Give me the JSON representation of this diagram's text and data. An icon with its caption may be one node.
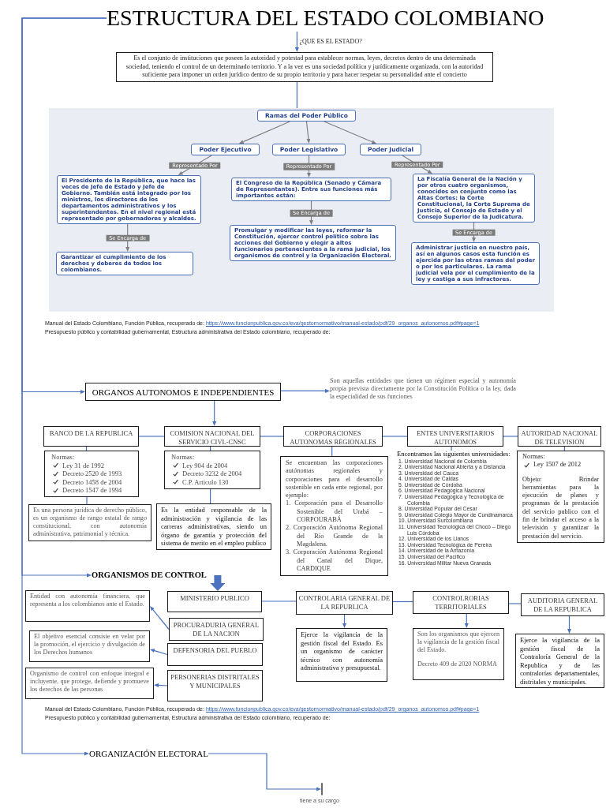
{
  "diagram": {
    "nodes": [
      {
        "text": [
          "ESTRUCTURA DEL ESTADO COLOMBIANO"
        ]
      },
      {
        "text": [
          "Es el conjunto de instituciones que poseen la autoridad y potestad para establecer normas, leyes, decretos dentro de una determinada sociedad, teniendo el control de un determinado territorio. Y a la vez es una sociedad política y jurídicamente organizada, con la autoridad suficiente para imponer un orden jurídico dentro de su propio territorio y para hacer respetar su personalidad ante el concierto"
        ]
      },
      {
        "text": [],
        "shape": "box"
      },
      {
        "text": [
          "Ramas del Poder Público"
        ],
        "in": 2
      },
      {
        "text": [
          "Poder Ejecutivo"
        ],
        "in": 2
      },
      {
        "text": [
          "Poder Legislativo"
        ],
        "in": 2
      },
      {
        "text": [
          "Poder Judicial"
        ],
        "in": 2
      },
      {
        "text": [
          "El Presidente de la República, que hace las veces de Jefe de Estado y Jefe de Gobierno. También está integrado por los ministros, los directores de los departamentos administrativos y los superintendentes. En el nivel regional está representado por gobernadores y alcaldes."
        ],
        "in": 2
      },
      {
        "text": [
          "El Congreso de la República (Senado y Cámara de Representantes). Entre sus funciones más importantes están:"
        ],
        "in": 2
      },
      {
        "text": [
          "La Fiscalía General de la Nación y por otros cuatro organismos, conocidos en conjunto como las Altas Cortes: la Corte Constitucional, la Corte Suprema de Justicia, el Consejo de Estado y el Consejo Superior de la Judicatura."
        ],
        "in": 2
      },
      {
        "text": [
          "Garantizar el cumplimiento de los derechos y deberes de todos los colombianos."
        ],
        "in": 2
      },
      {
        "text": [
          "Promulgar y modificar las leyes, reformar la Constitución, ejercer control político sobre las acciones del Gobierno y elegir a altos funcionarios pertenecientes a la rama judicial, los organismos de control y la Organización Electoral."
        ],
        "in": 2
      },
      {
        "text": [
          "Administrar justicia en nuestro país, así en algunos casos esta función es ejercida por las otras ramas del poder o por los particulares. La rama judicial vela por el cumplimiento de la ley y castiga a sus infractores."
        ],
        "in": 2
      },
      {
        "text": [
          "ORGANOS AUTONOMOS E INDEPENDIENTES"
        ]
      },
      {
        "text": [
          "Son aquellas entidades que tienen un régimen especial y autonomía propia prevista directamente por la Constitución Política o la ley, dada la especialidad de sus funciones"
        ]
      },
      {
        "text": [
          "BANCO DE LA REPUBLICA"
        ]
      },
      {
        "text": [
          "COMISION NACIONAL DEL SERVICIO CIVL-CNSC"
        ]
      },
      {
        "text": [
          "CORPORACIONES AUTONOMAS REGIONALES"
        ]
      },
      {
        "text": [
          "ENTES UNIVERSITARIOS AUTONOMOS"
        ]
      },
      {
        "text": [
          "AUTORIDAD NACIONAL DE TELEVISION"
        ]
      },
      {
        "text": [
          "Normas:",
          "Ley 31 de 1992",
          "Decreto 2520 de 1993",
          "Decreto 1458 de 2004",
          "Decreto 1547 de 1994"
        ]
      },
      {
        "text": [
          "Normas:",
          "Ley 904 de 2004",
          "Decreto 3232 de 2004",
          "C.P. Articulo 130"
        ]
      },
      {
        "text": [
          "Se encuentran las corporaciones autónomas regionales y corporaciones para el desarrollo sostenible en cada ente regional, por ejemplo:",
          "1. Corporación para el Desarrollo Sostenible del Urabá – CORPOURABÁ",
          "2. Corporación Autónoma Regional del Río Grande de la Magdalena.",
          "3. Corporación Autónoma Regional del Canal del Dique, CARDIQUE"
        ]
      },
      {
        "text": [
          "Encontramos las siguientes universidades:",
          "1. Universidad Nacional de Colombia",
          "2. Universidad Nacional Abierta y a Distancia",
          "3. Universidad del Cauca",
          "4. Universidad de Caldas",
          "5. Universidad de Córdoba",
          "6. Universidad Pedagógica Nacional",
          "7. Universidad Pedagógica y Tecnológica de Colombia",
          "8. Universidad Popular del Cesar",
          "9. Universidad Colegio Mayor de Cundinamarca",
          "10. Universidad Surcolombiana",
          "11. Universidad Tecnológica del Chocó – Diego Luis Córdoba",
          "12. Universidad de los Llanos",
          "13. Universidad Tecnológica de Pereira",
          "14. Universidad de la Amazonía",
          "15. Universidad del Pacífico",
          "16. Universidad Militar Nueva Granada"
        ]
      },
      {
        "text": [
          "Normas:",
          "Ley 1507 de 2012",
          "Objeto: Brindar herramientas para la ejecución de planes y programas de la prestación del servicio publico con el fin de brindar el acceso a la televisión y garantizar la prestación del servicio."
        ]
      },
      {
        "text": [
          "Es una persona jurídica de derecho público, es un organismo de rango estatal de rango constitucional, con autonomía administrativa, patrimonial y técnica."
        ]
      },
      {
        "text": [
          "Es la entidad responsable de la administración y vigilancia de las carreras administrativas, siendo un órgano de garantía y protección del sistema de merito en el empleo publico"
        ]
      },
      {
        "text": [
          "ORGANISMOS DE CONTROL"
        ]
      },
      {
        "text": [
          "Entidad con autonomía financiera, que representa a los colombianos ante el Estado."
        ]
      },
      {
        "text": [
          "MINISTERIO PUBLICO"
        ]
      },
      {
        "text": [
          "CONTROLARIA GENERAL DE LA REPUBLICA"
        ]
      },
      {
        "text": [
          "CONTROLRORIAS TERRITORIALES"
        ]
      },
      {
        "text": [
          "AUDITORIA GENERAL DE LA REPUBLICA"
        ]
      },
      {
        "text": [
          "PROCURADURIA GENERAL DE LA NACION"
        ]
      },
      {
        "text": [
          "El objetivo esencial consiste en velar por la promoción, el ejercicio y divulgación de los Derechos humanos"
        ]
      },
      {
        "text": [
          "DEFENSORIA DEL PUEBLO"
        ]
      },
      {
        "text": [
          "Ejerce la vigilancia de la gestión fiscal del Estado. Es un organismo de carácter técnico con autonomía administrativa y presupuestal."
        ]
      },
      {
        "text": [
          "Son los organismos que ejercen la vigilancia de la gestión fiscal del Estado.",
          "Decreto 409 de 2020 NORMA"
        ]
      },
      {
        "text": [
          "Ejerce la vigilancia de la gestión fiscal de la Contraloría General de la Republica y de las contralorías departamentales, distritales y municipales."
        ]
      },
      {
        "text": [
          "Organismo de control con enfoque integral e incluyente, que protege, defiende y promueve los derechos de las personas"
        ]
      },
      {
        "text": [
          "PERSONERIAS DISTRITALES Y MUNICIPALES"
        ]
      },
      {
        "text": [
          "ORGANIZACIÓN ELECTORAL"
        ]
      },
      {
        "text": [],
        "shape": "bar"
      }
    ],
    "edges": [
      {
        "from": 0,
        "to": 13,
        "arrow": "to"
      },
      {
        "from": 0,
        "to": 27,
        "arrow": "to"
      },
      {
        "from": 0,
        "to": 41,
        "arrow": "to"
      },
      {
        "from": 0,
        "to": 1,
        "arrow": "to",
        "label": "¿QUE ES EL ESTADO?"
      },
      {
        "from": 1,
        "to": 2,
        "arrow": "none"
      },
      {
        "from": 3,
        "to": 4,
        "arrow": "to",
        "color": "#808080"
      },
      {
        "from": 3,
        "to": 5,
        "arrow": "to",
        "color": "#808080"
      },
      {
        "from": 3,
        "to": 6,
        "arrow": "to",
        "color": "#808080"
      },
      {
        "from": 4,
        "to": 7,
        "arrow": "to",
        "label": "Representado Por",
        "color": "#808080"
      },
      {
        "from": 5,
        "to": 8,
        "arrow": "to",
        "label": "Representado Por",
        "color": "#808080"
      },
      {
        "from": 6,
        "to": 9,
        "arrow": "to",
        "label": "Representado Por",
        "color": "#808080"
      },
      {
        "from": 7,
        "to": 10,
        "arrow": "to",
        "label": "Se Encarga de",
        "color": "#808080"
      },
      {
        "from": 8,
        "to": 11,
        "arrow": "to",
        "label": "Se Encarga de",
        "color": "#808080"
      },
      {
        "from": 9,
        "to": 12,
        "arrow": "to",
        "label": "Se Encarga de",
        "color": "#808080"
      },
      {
        "from": 13,
        "to": 14,
        "arrow": "to"
      },
      {
        "from": 13,
        "to": 16,
        "arrow": "to"
      },
      {
        "from": 15,
        "to": 16,
        "arrow": "none"
      },
      {
        "from": 16,
        "to": 17,
        "arrow": "none"
      },
      {
        "from": 17,
        "to": 18,
        "arrow": "none"
      },
      {
        "from": 18,
        "to": 19,
        "arrow": "none"
      },
      {
        "from": 15,
        "to": 20,
        "arrow": "none"
      },
      {
        "from": 16,
        "to": 21,
        "arrow": "none"
      },
      {
        "from": 17,
        "to": 22,
        "arrow": "none"
      },
      {
        "from": 18,
        "to": 23,
        "arrow": "none"
      },
      {
        "from": 19,
        "to": 24,
        "arrow": "none"
      },
      {
        "from": 20,
        "to": 25,
        "arrow": "none"
      },
      {
        "from": 21,
        "to": 26,
        "arrow": "none"
      },
      {
        "from": 27,
        "to": 29,
        "arrow": "to",
        "style": "thick"
      },
      {
        "from": 29,
        "to": 30,
        "arrow": "none"
      },
      {
        "from": 30,
        "to": 31,
        "arrow": "none"
      },
      {
        "from": 31,
        "to": 32,
        "arrow": "none"
      },
      {
        "from": 33,
        "to": 28,
        "arrow": "to"
      },
      {
        "from": 35,
        "to": 34,
        "arrow": "to"
      },
      {
        "from": 40,
        "to": 39,
        "arrow": "to"
      },
      {
        "from": 30,
        "to": 36,
        "arrow": "to"
      },
      {
        "from": 31,
        "to": 37,
        "arrow": "to"
      },
      {
        "from": 32,
        "to": 38,
        "arrow": "to"
      },
      {
        "from": 41,
        "to": 42,
        "arrow": "to"
      }
    ],
    "labels": [
      "Manual del Estado Colombiano, Función Pública, recuperado de:",
      "https://www.funcionpublica.gov.co/eva/gestornormativo/manual-estado/pdf/29_organos_autonomos.pdf#page=1",
      "Presupuesto público y contabilidad gubernamental, Estructura administrativa del Estado colombiano, recuperado de:",
      "Manual del Estado Colombiano, Función Pública, recuperado de:",
      "https://www.funcionpublica.gov.co/eva/gestornormativo/manual-estado/pdf/29_organos_autonomos.pdf#page=1",
      "Presupuesto público y contabilidad gubernamental, Estructura administrativa del Estado colombiano, recuperado de:",
      "tiene a su cargo"
    ]
  }
}
